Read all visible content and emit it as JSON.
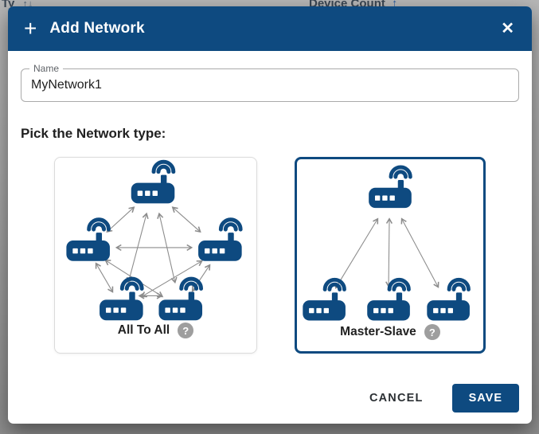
{
  "background": {
    "columns": [
      {
        "label": "Ty",
        "sort_icon": "↑↓"
      },
      {
        "label": "Device Count",
        "sort_icon": "↑"
      }
    ]
  },
  "modal": {
    "title": "Add Network",
    "title_icon": "+",
    "close_icon": "✕",
    "name_field": {
      "label": "Name",
      "value": "MyNetwork1"
    },
    "section_heading": "Pick the Network type:",
    "network_types": [
      {
        "label": "All To All",
        "help_icon": "?",
        "selected": false,
        "topology": "full-mesh",
        "router_count": 5
      },
      {
        "label": "Master-Slave",
        "help_icon": "?",
        "selected": true,
        "topology": "star",
        "master_count": 1,
        "slave_count": 3
      }
    ],
    "actions": {
      "cancel_label": "CANCEL",
      "save_label": "SAVE"
    }
  },
  "colors": {
    "primary": "#0E4A80",
    "arrow_gray": "#8C8C8C",
    "help_icon_bg": "#9E9E9E",
    "card_border": "#DBDBDB",
    "card_border_selected": "#0E4A80"
  }
}
